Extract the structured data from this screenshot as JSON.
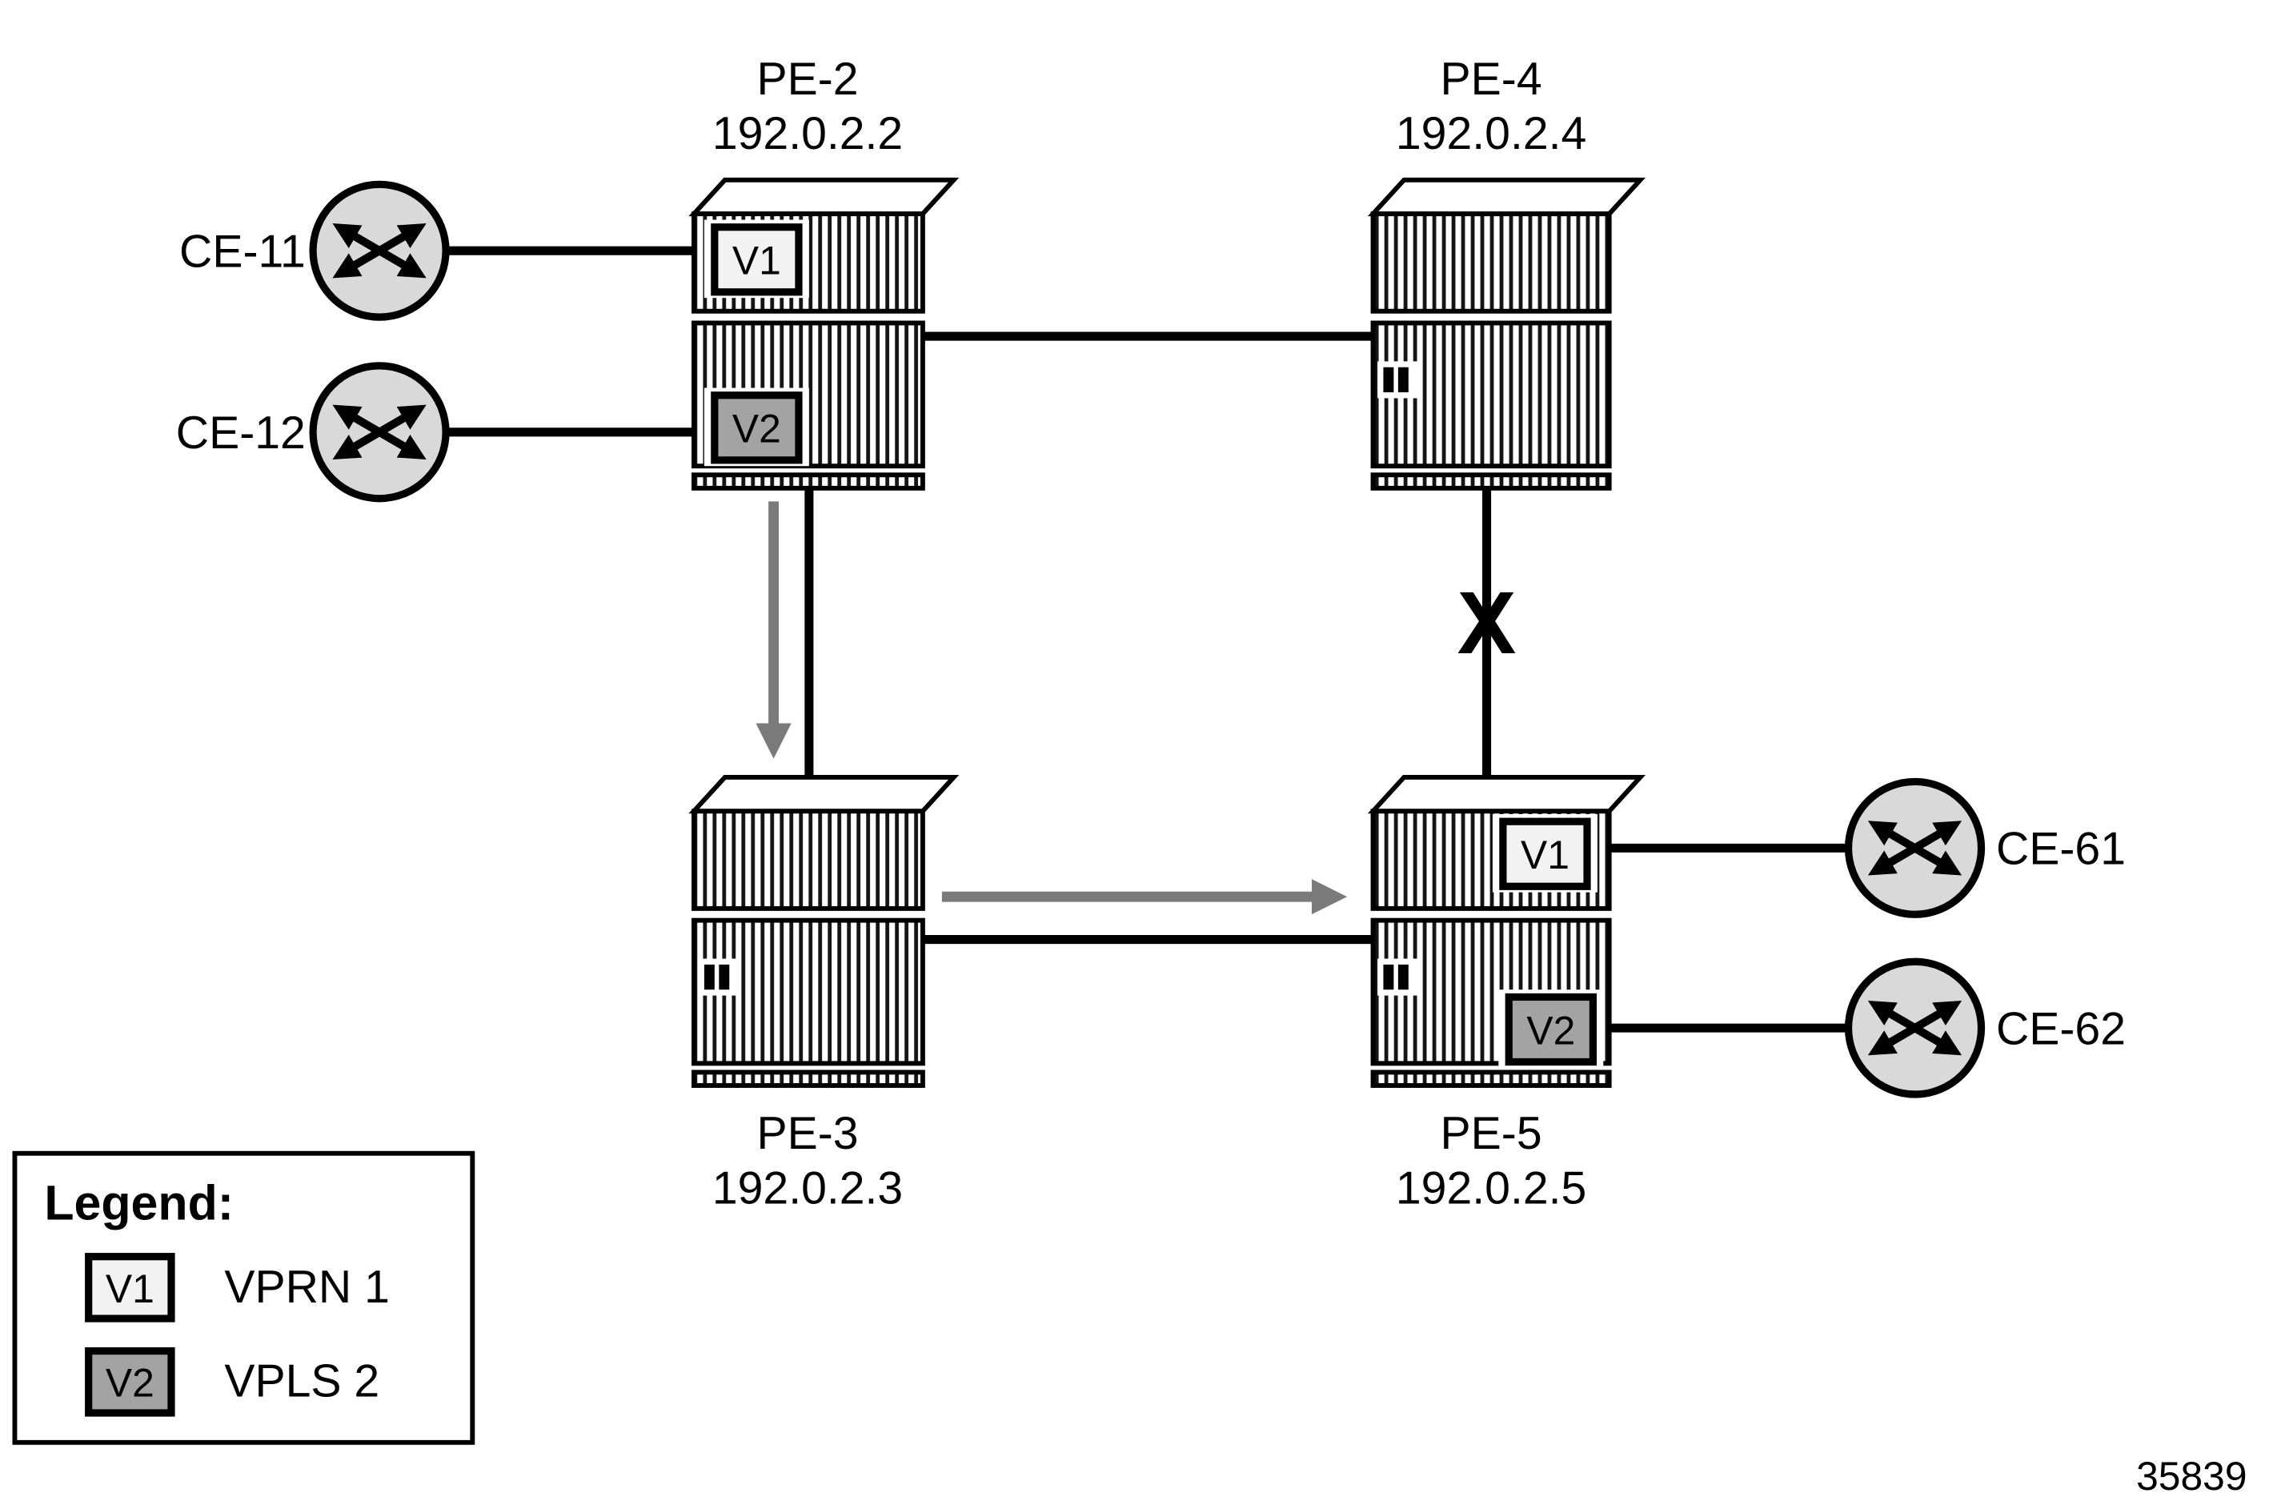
{
  "diagram": {
    "nodes": {
      "pe2": {
        "name": "PE-2",
        "ip": "192.0.2.2"
      },
      "pe3": {
        "name": "PE-3",
        "ip": "192.0.2.3"
      },
      "pe4": {
        "name": "PE-4",
        "ip": "192.0.2.4"
      },
      "pe5": {
        "name": "PE-5",
        "ip": "192.0.2.5"
      },
      "ce11": {
        "name": "CE-11"
      },
      "ce12": {
        "name": "CE-12"
      },
      "ce61": {
        "name": "CE-61"
      },
      "ce62": {
        "name": "CE-62"
      }
    },
    "badges": {
      "v1": "V1",
      "v2": "V2"
    },
    "failure_marker": "X",
    "legend": {
      "title": "Legend:",
      "items": [
        {
          "badge": "V1",
          "label": "VPRN 1"
        },
        {
          "badge": "V2",
          "label": "VPLS 2"
        }
      ]
    },
    "figure_number": "35839",
    "colors": {
      "link": "#000000",
      "flow_arrow": "#7a7a7a",
      "failure_x": "#c8102e",
      "badge_v1_fill": "#f2f2f2",
      "badge_v2_fill": "#a3a3a3",
      "ce_fill": "#d9d9d9"
    }
  }
}
